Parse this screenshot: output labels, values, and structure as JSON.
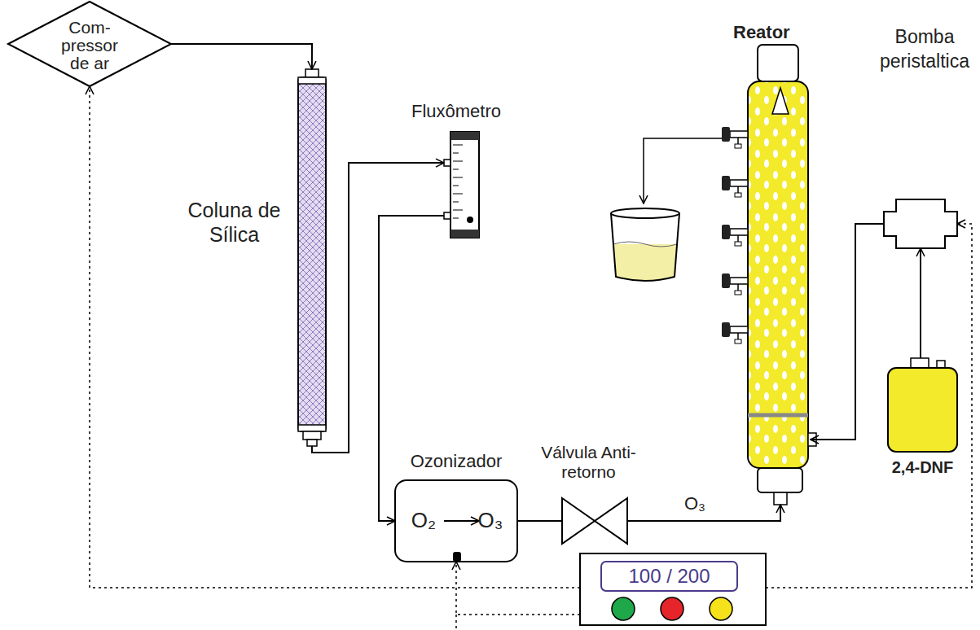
{
  "diagram": {
    "nodes": [
      {
        "text": [
          "Com- pressor de ar"
        ]
      },
      {
        "text": [
          "Coluna de Sílica"
        ]
      },
      {
        "text": [
          "Fluxômetro"
        ]
      },
      {
        "text": [
          "Ozonizador",
          "O₂",
          "O₃"
        ]
      },
      {
        "text": [
          "Válvula Anti-retorno"
        ]
      },
      {
        "text": [
          "Reator"
        ]
      },
      {
        "text": [
          "Bomba peristaltica"
        ]
      },
      {
        "text": [
          "2,4-DNF"
        ]
      },
      {
        "text": [
          "100 / 200"
        ]
      }
    ],
    "edges": [
      {
        "from": 0,
        "to": 1,
        "arrow": "to"
      },
      {
        "from": 1,
        "to": 2,
        "arrow": "to"
      },
      {
        "from": 2,
        "to": 3,
        "arrow": "to"
      },
      {
        "from": 3,
        "to": 4,
        "arrow": "none"
      },
      {
        "from": 4,
        "to": 5,
        "label": "O₃",
        "arrow": "to"
      },
      {
        "from": 7,
        "to": 6,
        "arrow": "to"
      },
      {
        "from": 6,
        "to": 5,
        "arrow": "to"
      },
      {
        "from": 8,
        "to": 0,
        "arrow": "to"
      },
      {
        "from": 8,
        "to": 3,
        "arrow": "to"
      },
      {
        "from": 8,
        "to": 6,
        "arrow": "to"
      }
    ]
  }
}
